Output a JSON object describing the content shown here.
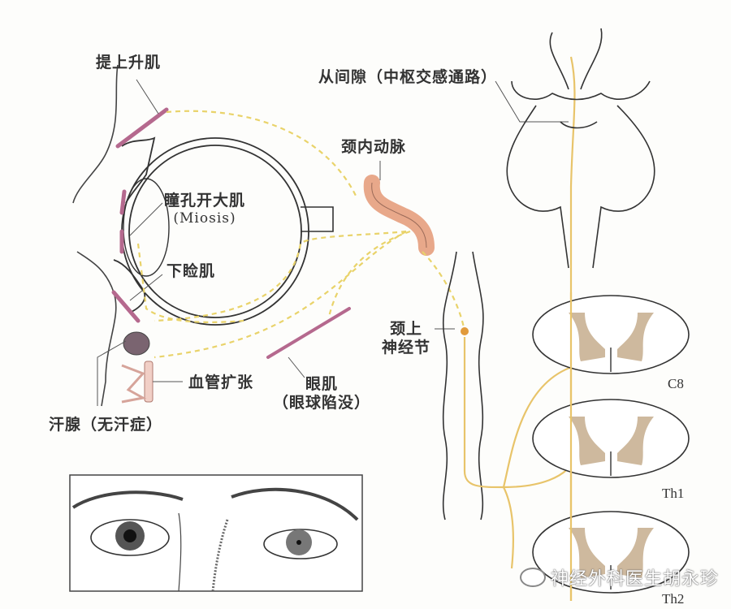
{
  "figure": {
    "topic": "sympathetic pathway to the eye",
    "labels": {
      "levator": "提上升肌",
      "central_path": "从间隙（中枢交感通路）",
      "carotid": "颈内动脉",
      "dilator_line1": "瞳孔开大肌",
      "dilator_line2": "(Miosis)",
      "lower_lid": "下睑肌",
      "ganglion_line1": "颈上",
      "ganglion_line2": "神经节",
      "vessel": "血管扩张",
      "orbital_line1": "眼肌",
      "orbital_line2": "（眼球陷没）",
      "sweat": "汗腺（无汗症）"
    },
    "segments": [
      {
        "label": "C8"
      },
      {
        "label": "Th1"
      },
      {
        "label": "Th2"
      }
    ],
    "watermark": "神经外科医生胡永珍",
    "colors": {
      "nerve": "#e8c46a",
      "dotted_nerve": "#e9d36a",
      "muscle": "#b5698e",
      "artery": "#e8a88a",
      "gray_matter": "#c9b193",
      "outline": "#333333"
    }
  }
}
